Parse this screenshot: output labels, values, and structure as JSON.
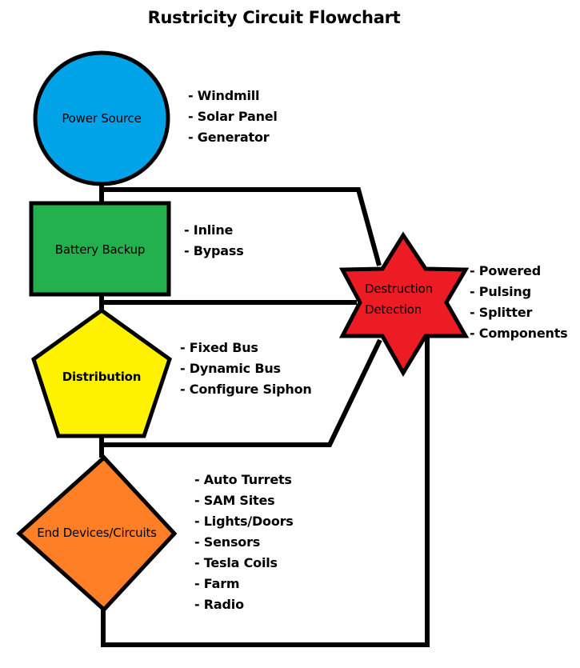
{
  "title": "Rustricity Circuit Flowchart",
  "nodes": {
    "power_source": {
      "label": "Power Source",
      "shape": "circle",
      "color": "#00A2E8",
      "items": [
        "- Windmill",
        "- Solar Panel",
        "- Generator"
      ]
    },
    "battery_backup": {
      "label": "Battery Backup",
      "shape": "rectangle",
      "color": "#22B14C",
      "items": [
        "- Inline",
        "- Bypass"
      ]
    },
    "distribution": {
      "label": "Distribution",
      "shape": "pentagon",
      "color": "#FFF200",
      "items": [
        "- Fixed Bus",
        "- Dynamic Bus",
        "- Configure Siphon"
      ]
    },
    "end_devices": {
      "label": "End Devices/Circuits",
      "shape": "diamond",
      "color": "#FF7F27",
      "items": [
        "- Auto Turrets",
        "- SAM Sites",
        "- Lights/Doors",
        "- Sensors",
        "- Tesla Coils",
        "- Farm",
        "- Radio"
      ]
    },
    "destruction_detection": {
      "label_line1": "Destruction",
      "label_line2": "Detection",
      "shape": "six-point-star",
      "color": "#ED1C24",
      "items": [
        "- Powered",
        "- Pulsing",
        "- Splitter",
        "- Components"
      ]
    }
  },
  "connections": [
    {
      "from": "Power Source",
      "to": "Battery Backup"
    },
    {
      "from": "Battery Backup",
      "to": "Distribution"
    },
    {
      "from": "Distribution",
      "to": "End Devices/Circuits"
    },
    {
      "from": "Power Source",
      "to": "Destruction Detection"
    },
    {
      "from": "Battery Backup",
      "to": "Destruction Detection"
    },
    {
      "from": "Distribution",
      "to": "Destruction Detection"
    },
    {
      "from": "End Devices/Circuits",
      "to": "Destruction Detection"
    }
  ],
  "line_color": "#000000"
}
